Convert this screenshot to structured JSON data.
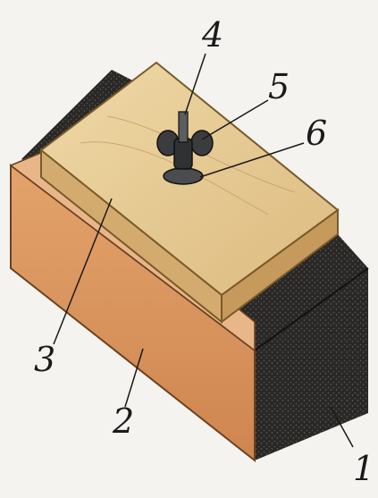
{
  "labels": {
    "one": "1",
    "two": "2",
    "three": "3",
    "four": "4",
    "five": "5",
    "six": "6"
  },
  "colors": {
    "block_side": "#d9925a",
    "block_top": "#e8b689",
    "abrasive": "#2a2826",
    "board_top": "#e6cc96",
    "board_edge": "#cfa86a",
    "nut": "#3a3c3e",
    "background": "#f4f3f0"
  }
}
